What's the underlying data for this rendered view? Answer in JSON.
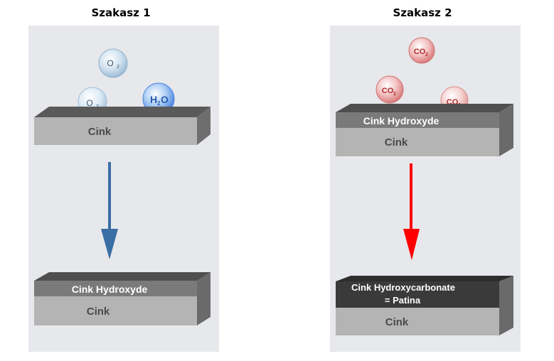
{
  "stage1": {
    "title": "Szakasz 1",
    "molecules": {
      "o2_top": "O",
      "o2_bottom": "O",
      "water_h": "H",
      "water_o": "O",
      "sub2": "2"
    },
    "top_block_base": "Cink",
    "bottom_block_layer": "Cink Hydroxyde",
    "bottom_block_base": "Cink",
    "arrow_color": "#3a6ea5"
  },
  "stage2": {
    "title": "Szakasz 2",
    "molecules": {
      "co2_a": "CO",
      "co2_b": "CO",
      "co2_c": "CO",
      "sub2": "2"
    },
    "top_block_layer": "Cink Hydroxyde",
    "top_block_base": "Cink",
    "bottom_block_layer_line1": "Cink Hydroxycarbonate",
    "bottom_block_layer_line2": "= Patina",
    "bottom_block_base": "Cink",
    "arrow_color": "#ff0000"
  }
}
